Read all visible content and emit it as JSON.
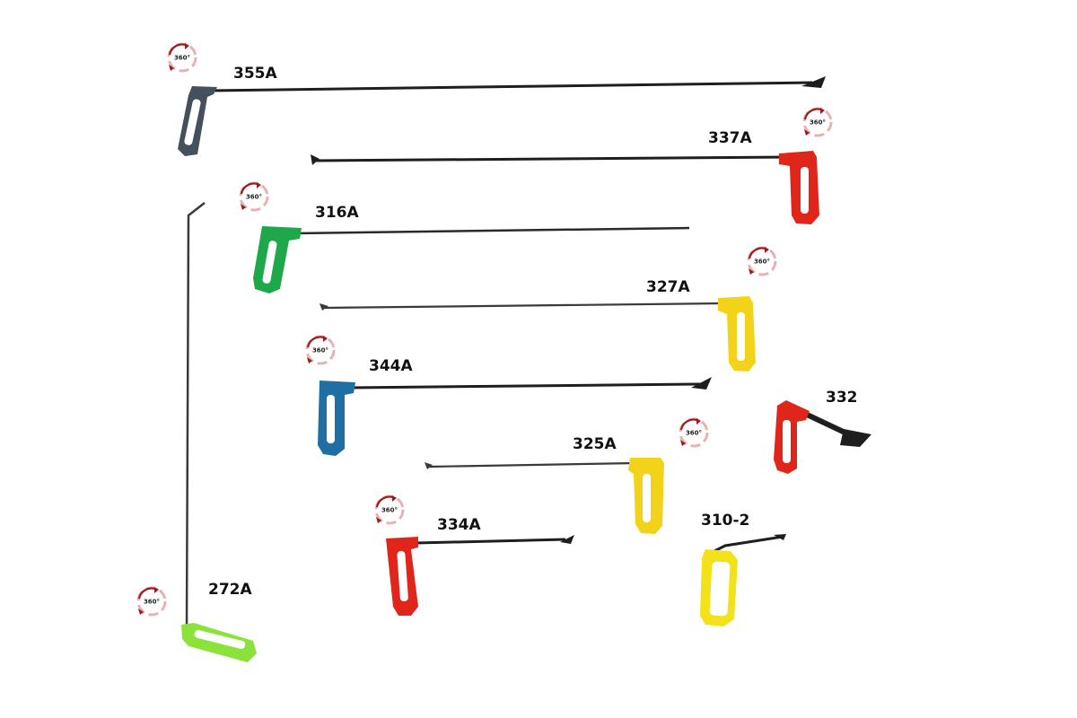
{
  "rotation_badge": "360°",
  "tools": [
    {
      "id": "355A",
      "label": "355A",
      "handle_color": "#44505c",
      "rotatable": true
    },
    {
      "id": "337A",
      "label": "337A",
      "handle_color": "#e0261b",
      "rotatable": true
    },
    {
      "id": "316A",
      "label": "316A",
      "handle_color": "#1fa84a",
      "rotatable": true
    },
    {
      "id": "327A",
      "label": "327A",
      "handle_color": "#f3d21a",
      "rotatable": true
    },
    {
      "id": "344A",
      "label": "344A",
      "handle_color": "#1f6fa3",
      "rotatable": true
    },
    {
      "id": "332",
      "label": "332",
      "handle_color": "#e0261b",
      "rotatable": false
    },
    {
      "id": "325A",
      "label": "325A",
      "handle_color": "#f3d21a",
      "rotatable": true
    },
    {
      "id": "334A",
      "label": "334A",
      "handle_color": "#e0261b",
      "rotatable": true
    },
    {
      "id": "310-2",
      "label": "310-2",
      "handle_color": "#f3e21a",
      "rotatable": false
    },
    {
      "id": "272A",
      "label": "272A",
      "handle_color": "#8be23a",
      "rotatable": true
    }
  ]
}
